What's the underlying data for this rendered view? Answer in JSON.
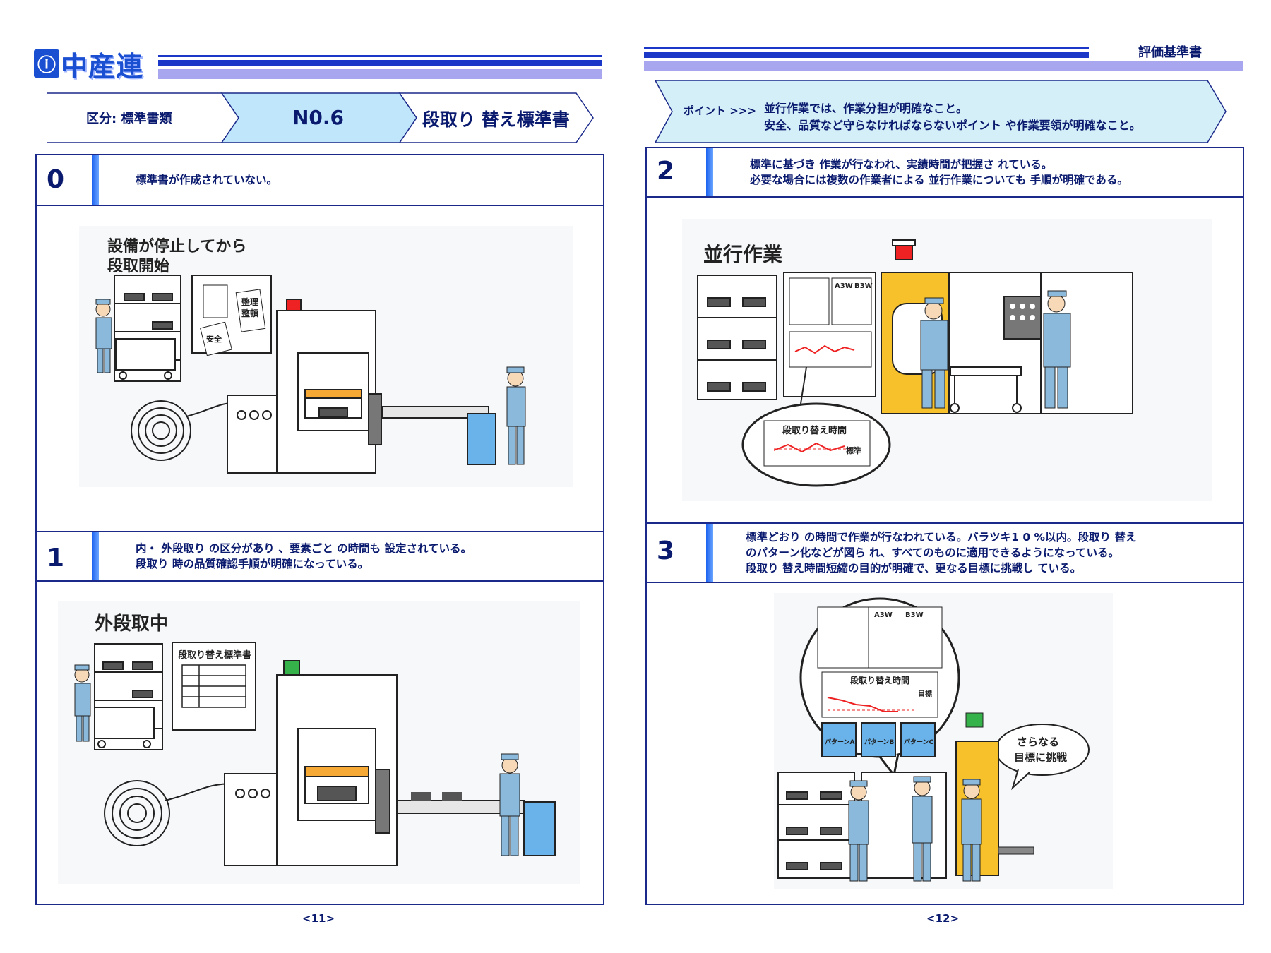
{
  "header": {
    "logo_mark": "ⓘ",
    "logo_text": "中産連",
    "doc_label": "評価基準書"
  },
  "ribbon_left": {
    "category": "区分: 標準書類",
    "number": "N0.6",
    "title": "段取り 替え標準書"
  },
  "ribbon_right": {
    "point_label": "ポイント >>>",
    "point_line1": "並行作業では、作業分担が明確なこと。",
    "point_line2": "安全、品質など守らなければならないポイント や作業要領が明確なこと。"
  },
  "levels": [
    {
      "level": "0",
      "lines": [
        "標準書が作成されていない。"
      ]
    },
    {
      "level": "1",
      "lines": [
        "内・ 外段取り の区分があり 、要素ごと の時間も 設定されている。",
        "段取り 時の品質確認手順が明確になっている。"
      ]
    },
    {
      "level": "2",
      "lines": [
        "標準に基づき 作業が行なわれ、実績時間が把握さ れている。",
        "必要な場合には複数の作業者による 並行作業についても 手順が明確である。"
      ]
    },
    {
      "level": "3",
      "lines": [
        "標準どおり の時間で作業が行なわれている。バラツキ1 0 %以内。段取り 替え",
        "のパターン化などが図ら れ、すべてのものに適用できるようになっている。",
        "段取り 替え時間短縮の目的が明確で、更なる目標に挑戦し ている。"
      ]
    }
  ],
  "illustrations": {
    "ill0": {
      "caption_line1": "設備が停止してから",
      "caption_line2": "段取開始",
      "sign_line1": "整理",
      "sign_line2": "整頓",
      "note_safety": "安全"
    },
    "ill1": {
      "caption": "外段取中",
      "board_title": "段取り替え標準書"
    },
    "ill2": {
      "caption": "並行作業",
      "col_a": "A3W",
      "col_b": "B3W",
      "graph_title": "段取り替え時間",
      "graph_note": "標準"
    },
    "ill3": {
      "col_a": "A3W",
      "col_b": "B3W",
      "graph_title": "段取り替え時間",
      "graph_note": "目標",
      "bubble_line1": "さらなる",
      "bubble_line2": "目標に挑戦",
      "bin_a": "パターンA",
      "bin_b": "パターンB",
      "bin_c": "パターンC"
    }
  },
  "footer": {
    "page_left": "<11>",
    "page_right": "<12>"
  },
  "colors": {
    "navy": "#0a1a6e",
    "blue": "#1b37c8",
    "lilac": "#a8a6ee",
    "ribbon_fill": "#bfe6fb",
    "machine_yellow": "#f6c12b",
    "worker_blue": "#8ab9dc"
  }
}
